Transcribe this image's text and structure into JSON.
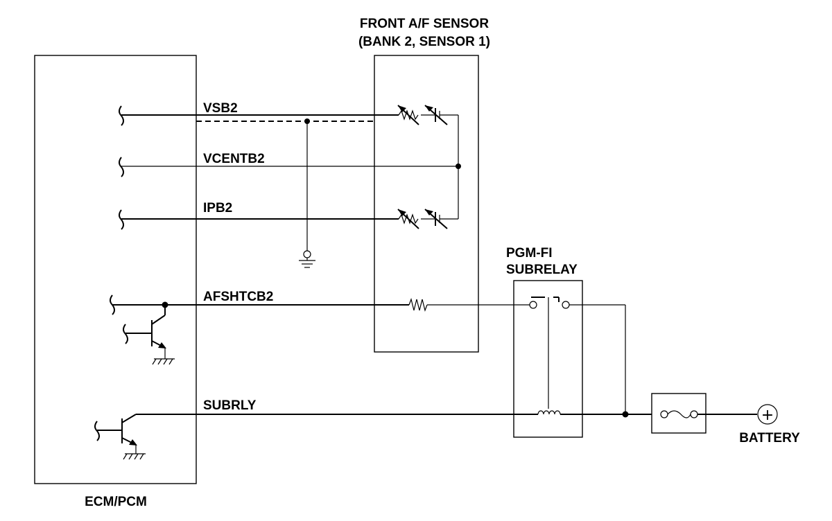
{
  "diagram": {
    "components": {
      "ecm": {
        "label": "ECM/PCM"
      },
      "sensor": {
        "label_line1": "FRONT A/F SENSOR",
        "label_line2": "(BANK 2, SENSOR 1)"
      },
      "subrelay": {
        "label_line1": "PGM-FI",
        "label_line2": "SUBRELAY"
      },
      "battery": {
        "label": "BATTERY",
        "symbol": "+"
      }
    },
    "wires": [
      {
        "id": "vsb2",
        "label": "VSB2"
      },
      {
        "id": "vcentb2",
        "label": "VCENTB2"
      },
      {
        "id": "ipb2",
        "label": "IPB2"
      },
      {
        "id": "afshtcb2",
        "label": "AFSHTCB2"
      },
      {
        "id": "subrly",
        "label": "SUBRLY"
      }
    ]
  }
}
